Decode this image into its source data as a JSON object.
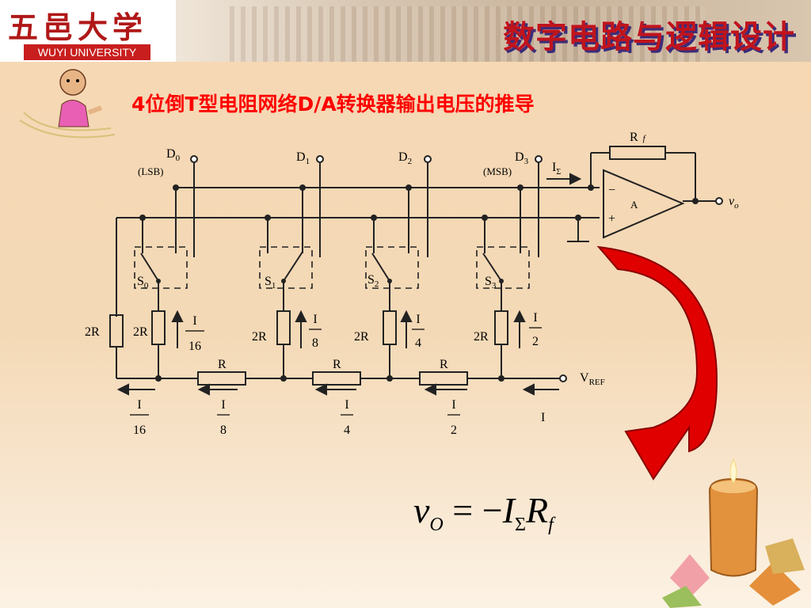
{
  "header": {
    "logo_cn": "五邑大学",
    "logo_en": "WUYI UNIVERSITY",
    "course_title": "数字电路与逻辑设计"
  },
  "slide": {
    "title": "4位倒T型电阻网络D/A转换器输出电压的推导"
  },
  "circuit": {
    "inputs": [
      {
        "name": "D",
        "sub": "0",
        "note": "(LSB)"
      },
      {
        "name": "D",
        "sub": "1",
        "note": ""
      },
      {
        "name": "D",
        "sub": "2",
        "note": ""
      },
      {
        "name": "D",
        "sub": "3",
        "note": "(MSB)"
      }
    ],
    "switches": [
      {
        "name": "S",
        "sub": "0"
      },
      {
        "name": "S",
        "sub": "1"
      },
      {
        "name": "S",
        "sub": "2"
      },
      {
        "name": "S",
        "sub": "3"
      }
    ],
    "resistor_2r": "2R",
    "resistor_r": "R",
    "feedback": {
      "name": "R",
      "sub": "f"
    },
    "sum_current": {
      "name": "I",
      "sub": "Σ"
    },
    "amp_label": "A",
    "amp_minus": "−",
    "amp_plus": "+",
    "output": {
      "name": "v",
      "sub": "o"
    },
    "vref": {
      "name": "V",
      "sub": "REF"
    },
    "current_I": "I",
    "branch_currents": [
      {
        "num": "I",
        "den": "16"
      },
      {
        "num": "I",
        "den": "8"
      },
      {
        "num": "I",
        "den": "4"
      },
      {
        "num": "I",
        "den": "2"
      }
    ],
    "ladder_currents": [
      {
        "num": "I",
        "den": "16"
      },
      {
        "num": "I",
        "den": "8"
      },
      {
        "num": "I",
        "den": "4"
      },
      {
        "num": "I",
        "den": "2"
      }
    ]
  },
  "formula": {
    "lhs": "v",
    "lhs_sub": "O",
    "eq": " = −",
    "i": "I",
    "i_sub": "Σ",
    "r": "R",
    "r_sub": "f"
  },
  "colors": {
    "title_red": "#ff0000",
    "header_red": "#c0141c",
    "arrow_red": "#e00000"
  }
}
